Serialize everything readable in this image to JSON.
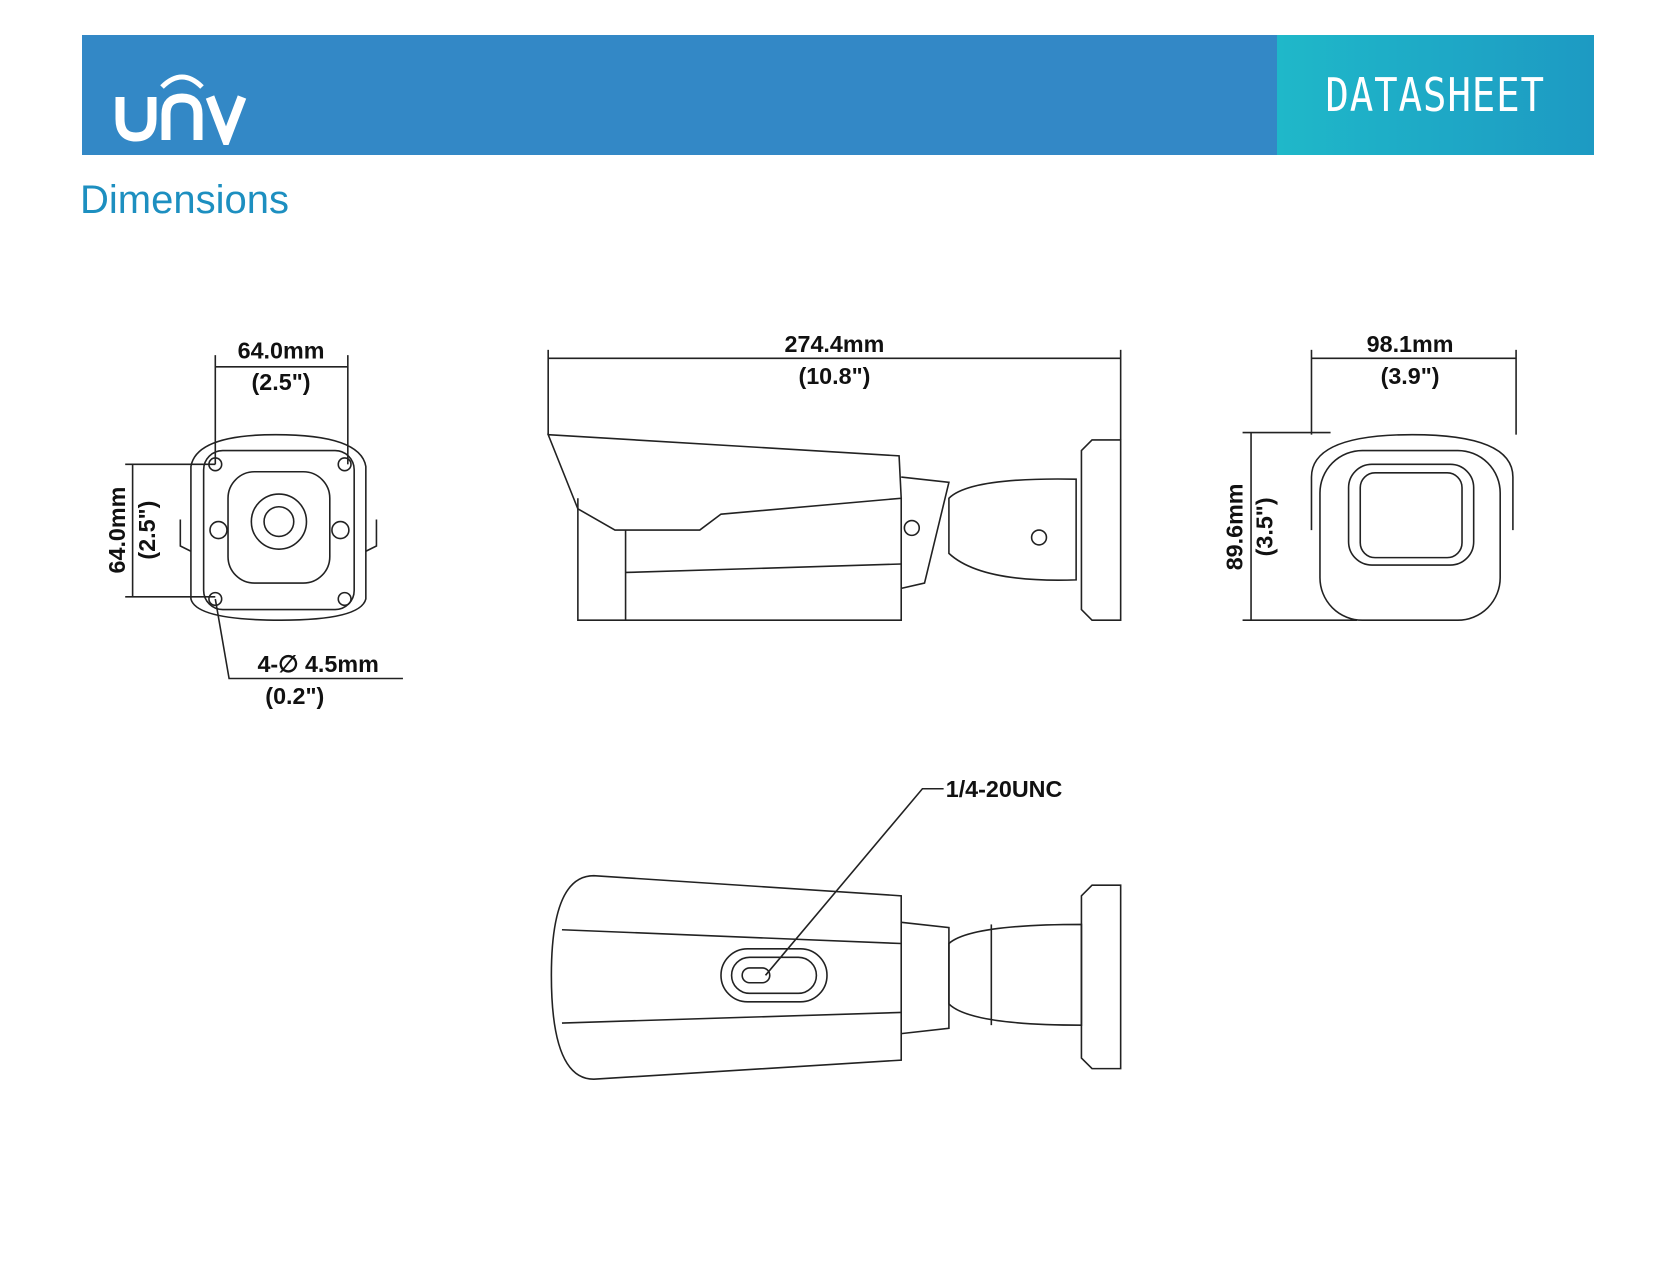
{
  "header": {
    "logo": "UNV",
    "badge": "DATASHEET"
  },
  "section_title": "Dimensions",
  "front_view": {
    "width_mm": "64.0mm",
    "width_in": "(2.5\")",
    "height_mm": "64.0mm",
    "height_in": "(2.5\")",
    "hole_mm": "4-∅ 4.5mm",
    "hole_in": "(0.2\")"
  },
  "side_view": {
    "length_mm": "274.4mm",
    "length_in": "(10.8\")"
  },
  "rear_view": {
    "width_mm": "98.1mm",
    "width_in": "(3.9\")",
    "height_mm": "89.6mm",
    "height_in": "(3.5\")"
  },
  "bottom_view": {
    "thread_label": "1/4-20UNC"
  }
}
